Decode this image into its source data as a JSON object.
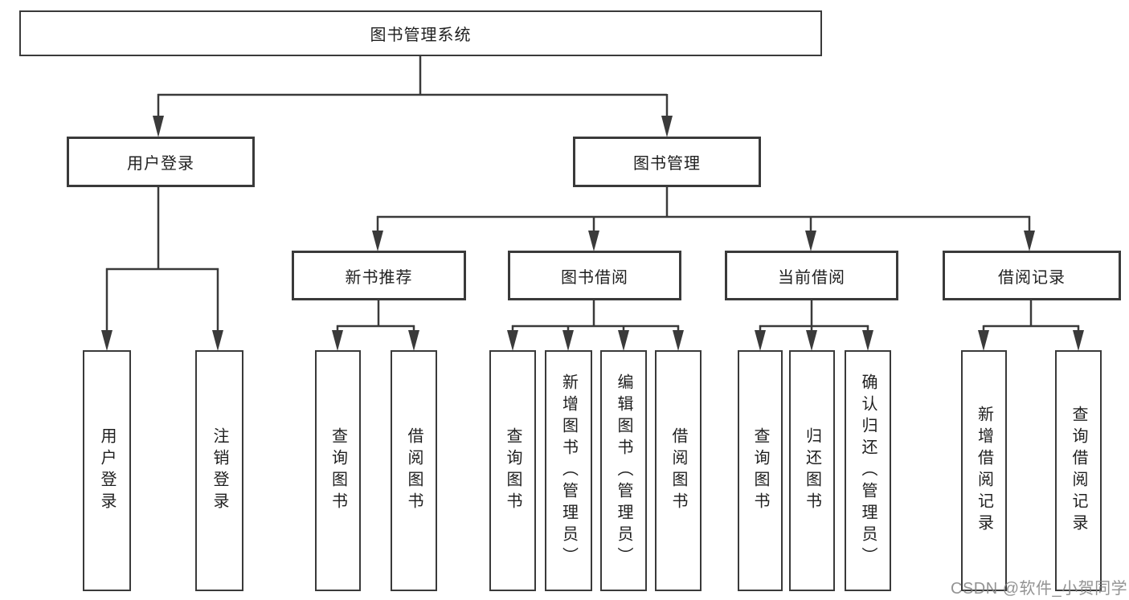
{
  "diagram": {
    "root": {
      "label": "图书管理系统"
    },
    "level2": {
      "user_login": {
        "label": "用户登录"
      },
      "book_mgmt": {
        "label": "图书管理"
      }
    },
    "level3": {
      "new_books": {
        "label": "新书推荐"
      },
      "book_borrow": {
        "label": "图书借阅"
      },
      "current_borrow": {
        "label": "当前借阅"
      },
      "borrow_records": {
        "label": "借阅记录"
      }
    },
    "leaves": {
      "user_login_leaf": {
        "label": "用户登录",
        "parent": "用户登录"
      },
      "logout": {
        "label": "注销登录",
        "parent": "用户登录"
      },
      "nb_query": {
        "label": "查询图书",
        "parent": "新书推荐"
      },
      "nb_borrow": {
        "label": "借阅图书",
        "parent": "新书推荐"
      },
      "bb_query": {
        "label": "查询图书",
        "parent": "图书借阅"
      },
      "bb_add": {
        "label": "新增图书（管理员）",
        "parent": "图书借阅"
      },
      "bb_edit": {
        "label": "编辑图书（管理员）",
        "parent": "图书借阅"
      },
      "bb_borrow": {
        "label": "借阅图书",
        "parent": "图书借阅"
      },
      "cb_query": {
        "label": "查询图书",
        "parent": "当前借阅"
      },
      "cb_return": {
        "label": "归还图书",
        "parent": "当前借阅"
      },
      "cb_confirm": {
        "label": "确认归还（管理员）",
        "parent": "当前借阅"
      },
      "br_add": {
        "label": "新增借阅记录",
        "parent": "借阅记录"
      },
      "br_query": {
        "label": "查询借阅记录",
        "parent": "借阅记录"
      }
    }
  },
  "watermark": "CSDN @软件_小贺同学",
  "colors": {
    "line": "#3a3a3a",
    "box_border": "#3a3a3a",
    "text": "#1f1f1f",
    "background": "#ffffff",
    "watermark": "#808080"
  }
}
